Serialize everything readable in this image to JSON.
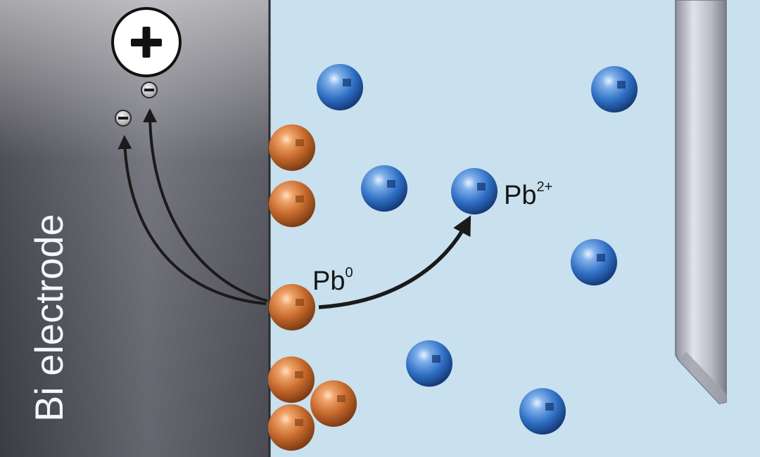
{
  "diagram": {
    "electrode_label": "Bi electrode",
    "anode_symbol": "+",
    "electron_symbol": "−",
    "pb0_label": {
      "base": "Pb",
      "sup": "0"
    },
    "pb2_label": {
      "base": "Pb",
      "sup": "2+"
    }
  },
  "colors": {
    "electrode": "#5e5e67",
    "solution": "#c9e0ee",
    "pb0_atom": "#c0692a",
    "pb2_ion": "#2d6bbf",
    "arrow": "#1a1a1a",
    "counter_electrode": "#b9bbc6"
  },
  "icons": {
    "anode": "plus-circle-icon",
    "electron": "minus-circle-icon"
  }
}
